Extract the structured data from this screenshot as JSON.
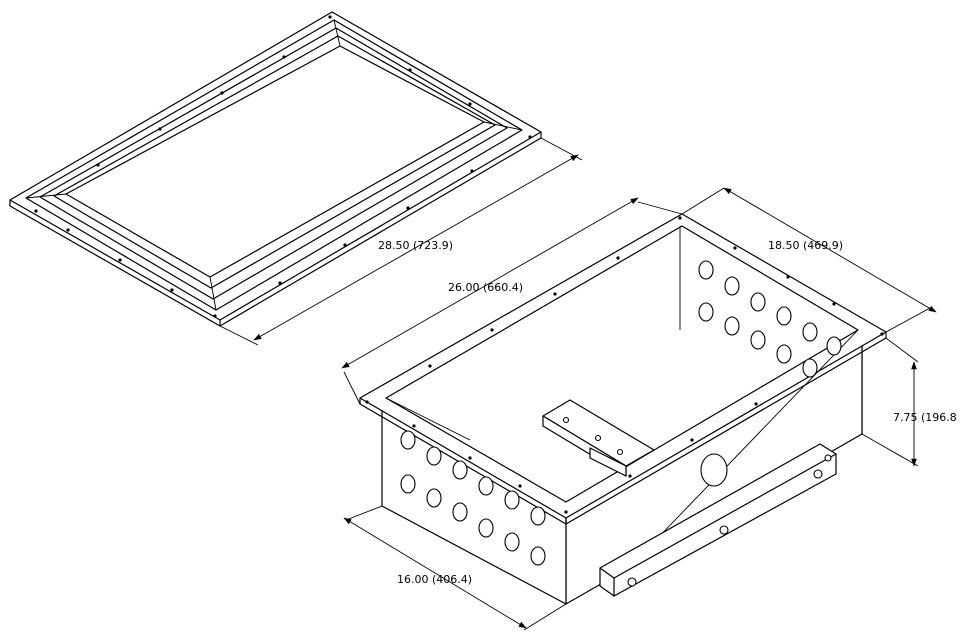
{
  "dimensions": {
    "lid_length": "28.50 (723.9)",
    "box_length": "26.00 (660.4)",
    "box_depth": "18.50 (469.9)",
    "box_height": "7.75 (196.8",
    "base_width": "16.00 (406.4)"
  },
  "colors": {
    "line": "#000000",
    "paper": "#ffffff",
    "panel_shade": "#f4f4f4"
  }
}
